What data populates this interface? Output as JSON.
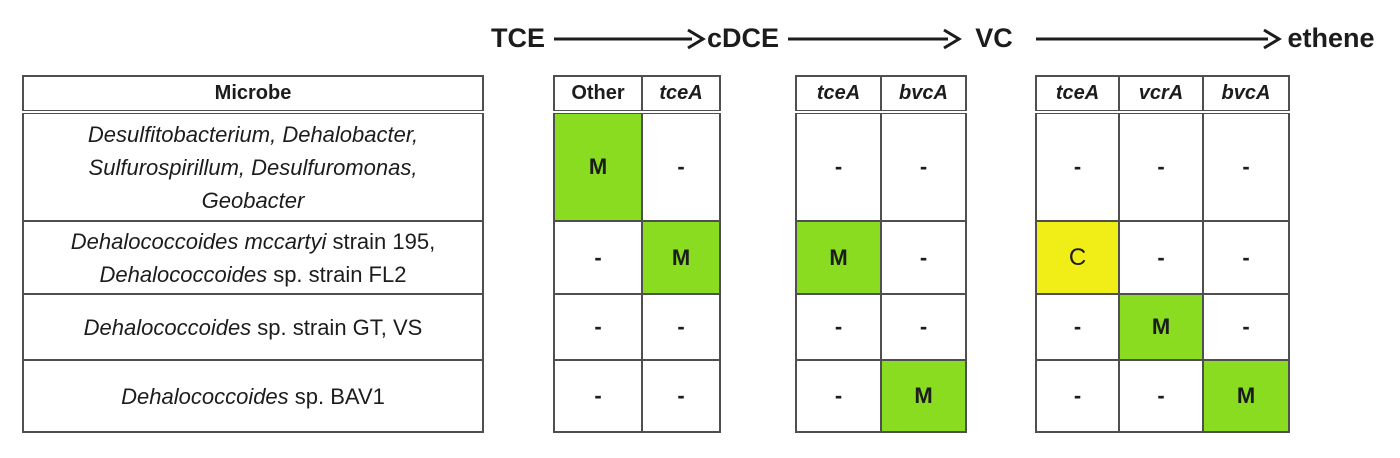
{
  "pathway": {
    "tce": "TCE",
    "cdce": "cDCE",
    "vc": "VC",
    "ethene": "ethene"
  },
  "colors": {
    "highlight_green": "#89DC20",
    "highlight_yellow": "#F0EE16",
    "grid_border": "#4f4f4f"
  },
  "microbe_table": {
    "header": "Microbe",
    "rows": [
      {
        "lines": [
          {
            "italic": "Desulfitobacterium, Dehalobacter,",
            "regular": ""
          },
          {
            "italic": "Sulfurospirillum, Desulfuromonas,",
            "regular": ""
          },
          {
            "italic": "Geobacter",
            "regular": ""
          }
        ]
      },
      {
        "lines": [
          {
            "italic": "Dehalococcoides mccartyi",
            "regular": " strain 195,"
          },
          {
            "italic": "Dehalococcoides",
            "regular": " sp. strain FL2"
          }
        ]
      },
      {
        "lines": [
          {
            "italic": "Dehalococcoides",
            "regular": " sp. strain GT, VS"
          }
        ]
      },
      {
        "lines": [
          {
            "italic": "Dehalococcoides",
            "regular": " sp. BAV1"
          }
        ]
      }
    ]
  },
  "gene_tables": [
    {
      "headers": [
        "Other",
        "tceA"
      ],
      "rows": [
        [
          {
            "v": "M",
            "bg": "#89DC20"
          },
          {
            "v": "-",
            "bg": ""
          }
        ],
        [
          {
            "v": "-",
            "bg": ""
          },
          {
            "v": "M",
            "bg": "#89DC20"
          }
        ],
        [
          {
            "v": "-",
            "bg": ""
          },
          {
            "v": "-",
            "bg": ""
          }
        ],
        [
          {
            "v": "-",
            "bg": ""
          },
          {
            "v": "-",
            "bg": ""
          }
        ]
      ]
    },
    {
      "headers": [
        "tceA",
        "bvcA"
      ],
      "rows": [
        [
          {
            "v": "-",
            "bg": ""
          },
          {
            "v": "-",
            "bg": ""
          }
        ],
        [
          {
            "v": "M",
            "bg": "#89DC20"
          },
          {
            "v": "-",
            "bg": ""
          }
        ],
        [
          {
            "v": "-",
            "bg": ""
          },
          {
            "v": "-",
            "bg": ""
          }
        ],
        [
          {
            "v": "-",
            "bg": ""
          },
          {
            "v": "M",
            "bg": "#89DC20"
          }
        ]
      ]
    },
    {
      "headers": [
        "tceA",
        "vcrA",
        "bvcA"
      ],
      "rows": [
        [
          {
            "v": "-",
            "bg": ""
          },
          {
            "v": "-",
            "bg": ""
          },
          {
            "v": "-",
            "bg": ""
          }
        ],
        [
          {
            "v": "C",
            "bg": "#F0EE16"
          },
          {
            "v": "-",
            "bg": ""
          },
          {
            "v": "-",
            "bg": ""
          }
        ],
        [
          {
            "v": "-",
            "bg": ""
          },
          {
            "v": "M",
            "bg": "#89DC20"
          },
          {
            "v": "-",
            "bg": ""
          }
        ],
        [
          {
            "v": "-",
            "bg": ""
          },
          {
            "v": "-",
            "bg": ""
          },
          {
            "v": "M",
            "bg": "#89DC20"
          }
        ]
      ]
    }
  ]
}
